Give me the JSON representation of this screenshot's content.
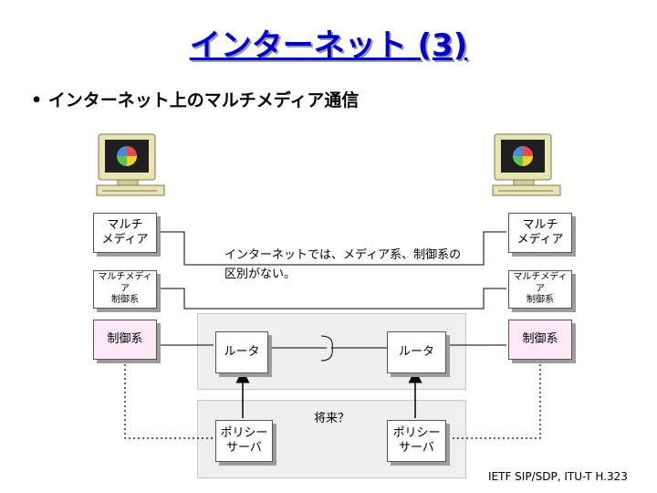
{
  "slide": {
    "title": "インターネット (3)",
    "bullet": "• インターネット上のマルチメディア通信",
    "note": "インターネットでは、メディア系、制御系の\n区別がない。",
    "future": "将来？",
    "footer": "IETF SIP/SDP, ITU-T H.323"
  },
  "left": {
    "media": "マルチ\nメディア",
    "mm_control": "マルチメディア\n制御系",
    "control": "制御系"
  },
  "right": {
    "media": "マルチ\nメディア",
    "mm_control": "マルチメディア\n制御系",
    "control": "制御系"
  },
  "router_left": "ルータ",
  "router_right": "ルータ",
  "policy_left": "ポリシー\nサーバ",
  "policy_right": "ポリシー\nサーバ",
  "icons": [
    "computer-icon",
    "computer-icon"
  ]
}
